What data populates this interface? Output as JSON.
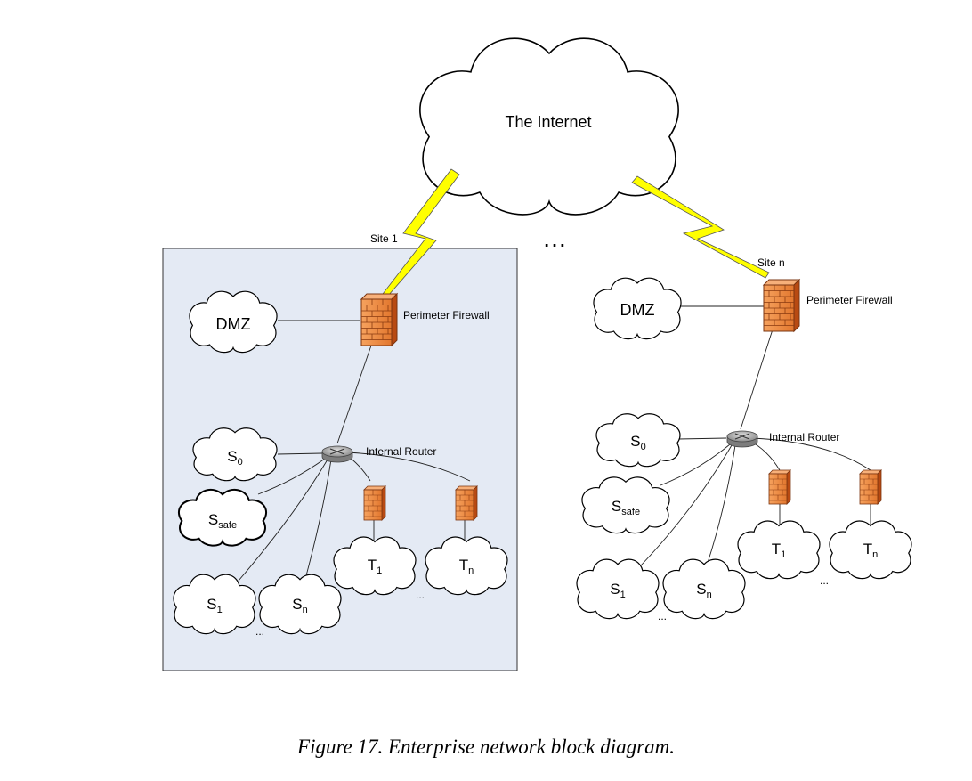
{
  "internet": {
    "label": "The Internet"
  },
  "between_sites": "…",
  "site1": {
    "site_label": "Site 1",
    "dmz": "DMZ",
    "firewall_label": "Perimeter Firewall",
    "router_label": "Internal Router",
    "s0": {
      "base": "S",
      "sub": "0"
    },
    "ssafe": {
      "base": "S",
      "sub": "safe"
    },
    "s1": {
      "base": "S",
      "sub": "1"
    },
    "sn": {
      "base": "S",
      "sub": "n"
    },
    "t1": {
      "base": "T",
      "sub": "1"
    },
    "tn": {
      "base": "T",
      "sub": "n"
    },
    "ellipsis_s": "...",
    "ellipsis_t": "..."
  },
  "siten": {
    "site_label": "Site n",
    "dmz": "DMZ",
    "firewall_label": "Perimeter Firewall",
    "router_label": "Internal Router",
    "s0": {
      "base": "S",
      "sub": "0"
    },
    "ssafe": {
      "base": "S",
      "sub": "safe"
    },
    "s1": {
      "base": "S",
      "sub": "1"
    },
    "sn": {
      "base": "S",
      "sub": "n"
    },
    "t1": {
      "base": "T",
      "sub": "1"
    },
    "tn": {
      "base": "T",
      "sub": "n"
    },
    "ellipsis_s": "...",
    "ellipsis_t": "..."
  },
  "caption": "Figure 17. Enterprise network block diagram.",
  "colors": {
    "site_box_fill": "#e4eaf4",
    "lightning": "#ffff00",
    "firewall_brick": "#ef8f44",
    "firewall_dark": "#b84a12",
    "router_body": "#a8a8a8"
  }
}
